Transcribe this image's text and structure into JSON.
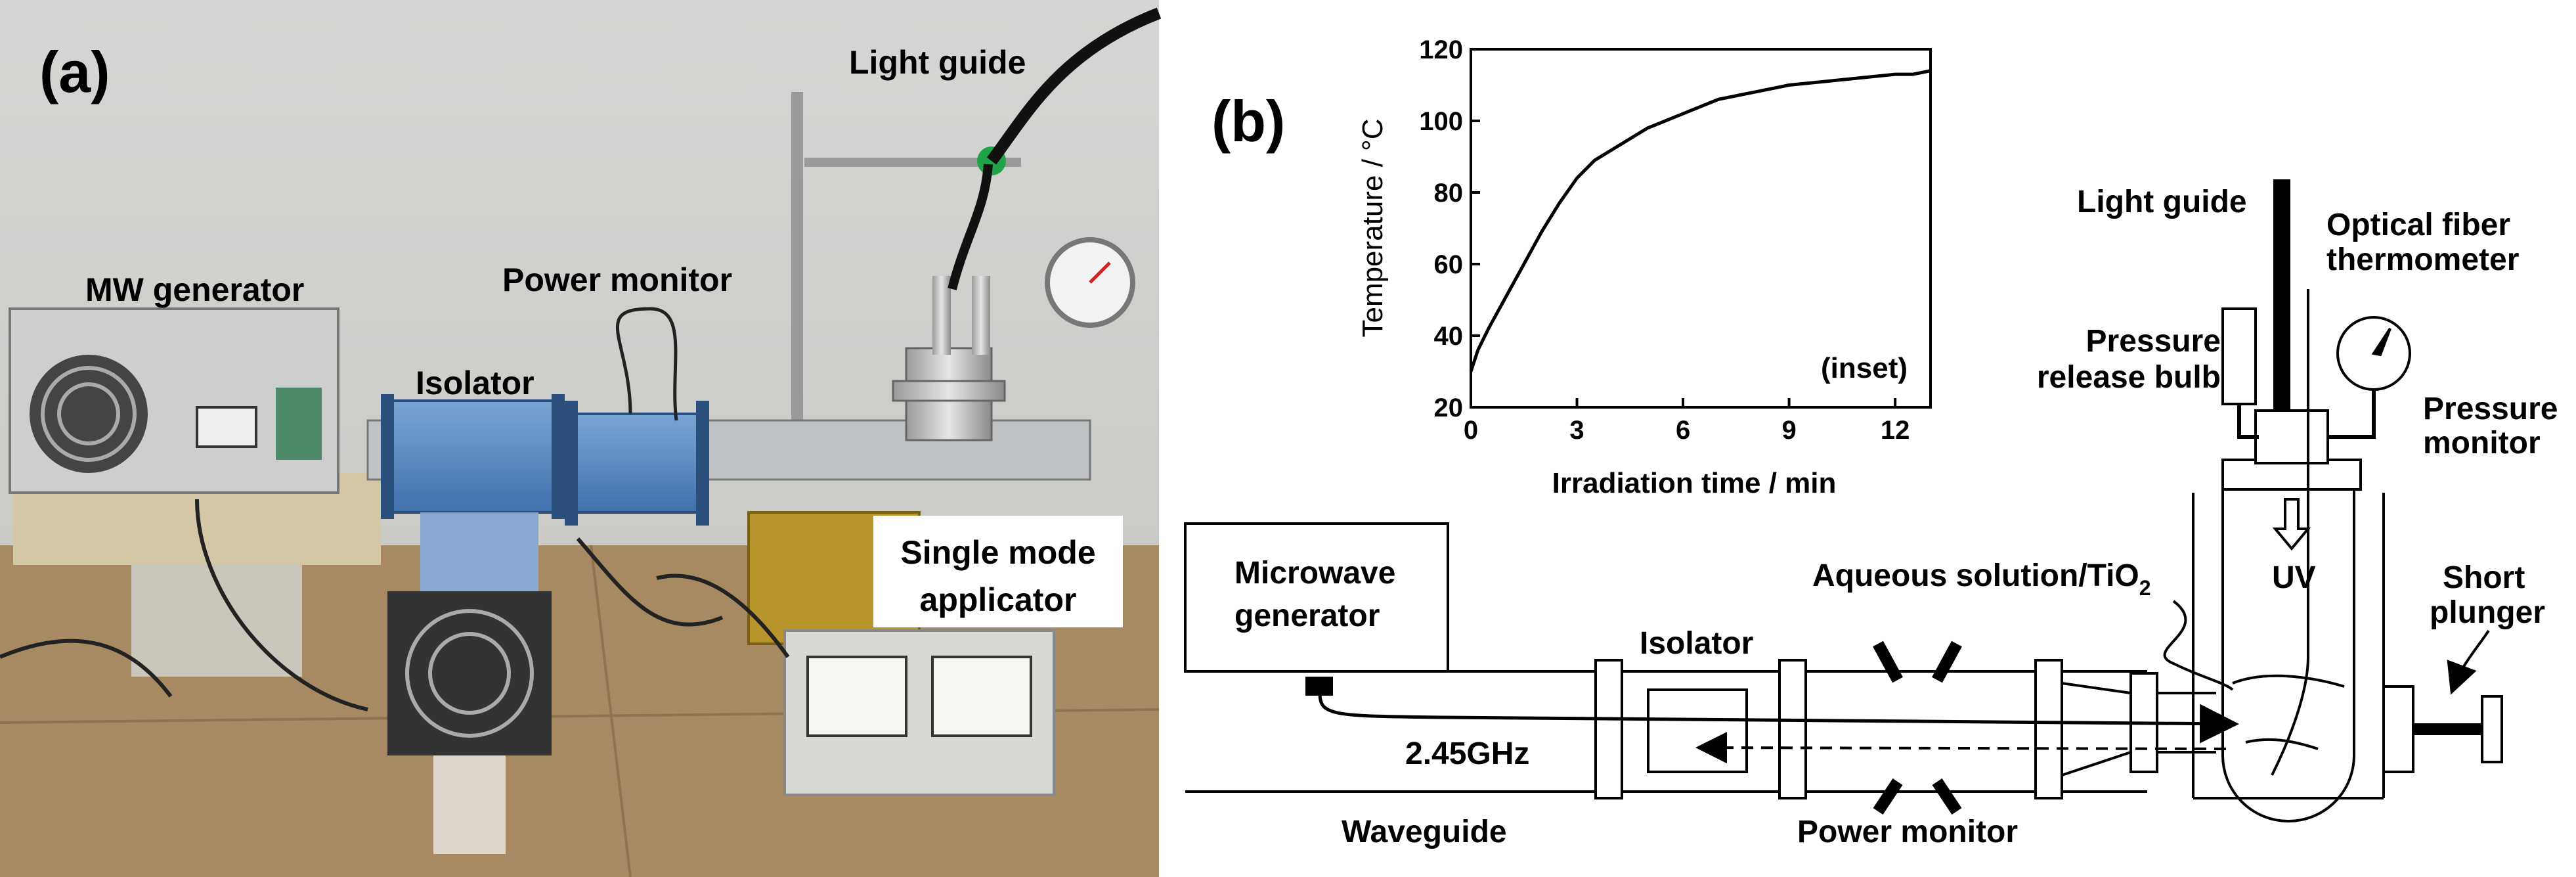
{
  "panel_a": {
    "panel_label": "(a)",
    "labels": {
      "light_guide": "Light guide",
      "mw_generator": "MW generator",
      "power_monitor": "Power monitor",
      "isolator": "Isolator",
      "applicator_line1": "Single mode",
      "applicator_line2": "applicator"
    }
  },
  "panel_b": {
    "panel_label": "(b)",
    "inset_tag": "(inset)",
    "labels": {
      "light_guide": "Light guide",
      "optical_fiber_1": "Optical fiber",
      "optical_fiber_2": "thermometer",
      "pressure_release_1": "Pressure",
      "pressure_release_2": "release bulb",
      "pressure_monitor_1": "Pressure",
      "pressure_monitor_2": "monitor",
      "microwave_generator_1": "Microwave",
      "microwave_generator_2": "generator",
      "aqueous_solution": "Aqueous solution/TiO",
      "aqueous_solution_sub": "2",
      "uv": "UV",
      "short_plunger_1": "Short",
      "short_plunger_2": "plunger",
      "isolator": "Isolator",
      "frequency": "2.45GHz",
      "waveguide": "Waveguide",
      "power_monitor": "Power monitor"
    }
  },
  "chart_data": {
    "type": "line",
    "xlabel": "Irradiation time / min",
    "ylabel": "Temperature / °C",
    "xlim": [
      0,
      13
    ],
    "ylim": [
      20,
      120
    ],
    "xticks": [
      "0",
      "3",
      "6",
      "9",
      "12"
    ],
    "yticks": [
      "20",
      "40",
      "60",
      "80",
      "100",
      "120"
    ],
    "series": [
      {
        "x": [
          0,
          0.2,
          0.5,
          1,
          1.5,
          2,
          2.5,
          3,
          3.5,
          4,
          5,
          6,
          7,
          8,
          9,
          10,
          11,
          12,
          12.5,
          13
        ],
        "y": [
          30,
          36,
          42,
          51,
          60,
          69,
          77,
          84,
          89,
          92,
          98,
          102,
          106,
          108,
          110,
          111,
          112,
          113,
          113,
          114
        ]
      }
    ],
    "grid": false
  }
}
